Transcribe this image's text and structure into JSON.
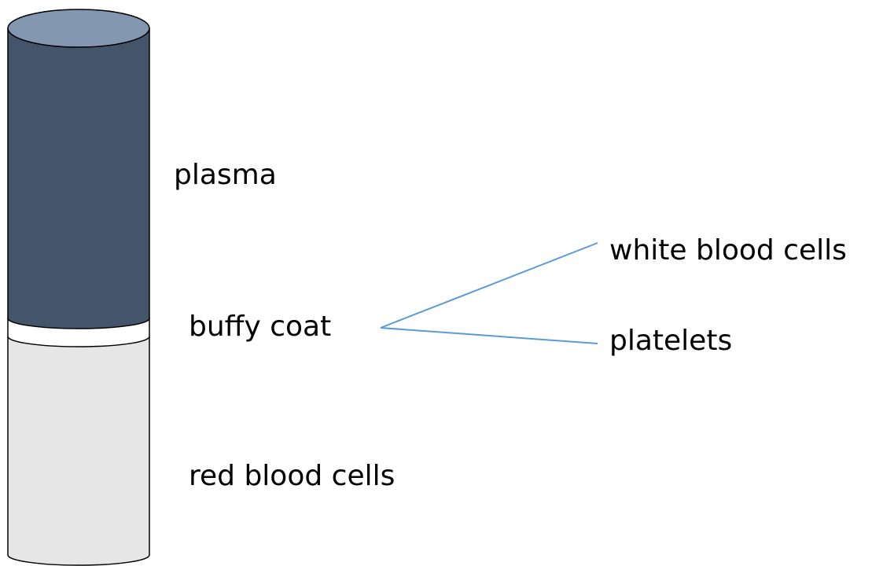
{
  "layers": {
    "plasma": {
      "label": "plasma",
      "color": "#44546A",
      "top_color": "#8497B0"
    },
    "buffy_coat": {
      "label": "buffy coat",
      "color": "#FFFFFF"
    },
    "red_blood_cells": {
      "label": "red blood cells",
      "color": "#E7E6E6"
    }
  },
  "buffy_coat_components": [
    {
      "label": "white blood cells"
    },
    {
      "label": "platelets"
    }
  ],
  "colors": {
    "outline": "#000000",
    "connector": "#5B9BD5"
  }
}
